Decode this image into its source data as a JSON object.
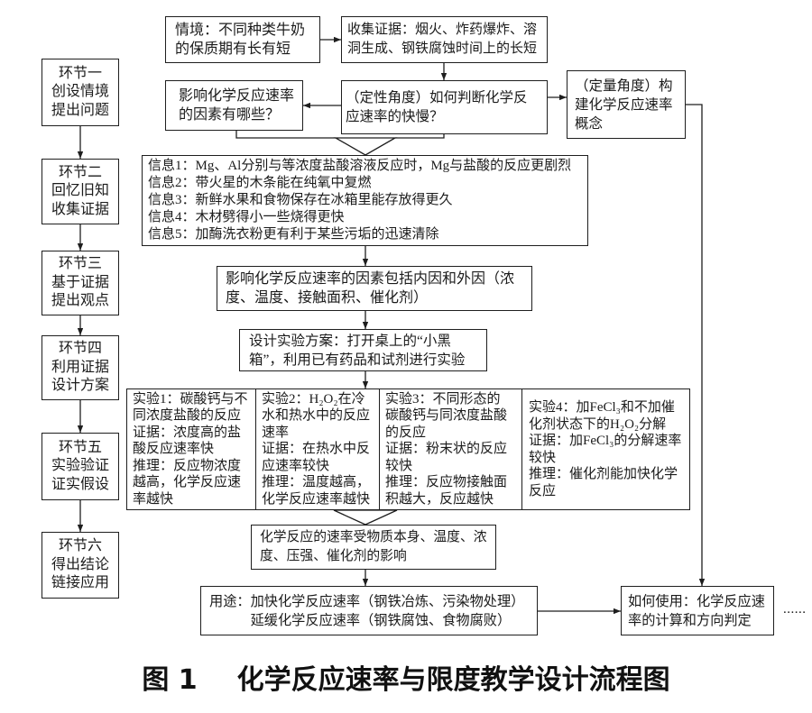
{
  "stages": [
    {
      "label": "环节一",
      "lines": [
        "创设情境",
        "提出问题"
      ]
    },
    {
      "label": "环节二",
      "lines": [
        "回忆旧知",
        "收集证据"
      ]
    },
    {
      "label": "环节三",
      "lines": [
        "基于证据",
        "提出观点"
      ]
    },
    {
      "label": "环节四",
      "lines": [
        "利用证据",
        "设计方案"
      ]
    },
    {
      "label": "环节五",
      "lines": [
        "实验验证",
        "证实假设"
      ]
    },
    {
      "label": "环节六",
      "lines": [
        "得出结论",
        "链接应用"
      ]
    }
  ],
  "flow": {
    "context": [
      "情境：不同种类牛奶",
      "的保质期有长有短"
    ],
    "evidence": [
      "收集证据：烟火、炸药爆炸、溶",
      "洞生成、钢铁腐蚀时间上的长短"
    ],
    "qualitative": [
      "（定性角度）如何判断化学反",
      "应速率的快慢？"
    ],
    "factors_question": [
      "影响化学反应速率",
      "的因素有哪些？"
    ],
    "quantitative": [
      "（定量角度）构",
      "建化学反应速率",
      "概念"
    ],
    "information": [
      "信息1：Mg、Al分别与等浓度盐酸溶液反应时，Mg与盐酸的反应更剧烈",
      "信息2：带火星的木条能在纯氧中复燃",
      "信息3：新鲜水果和食物保存在冰箱里能存放得更久",
      "信息4：木材劈得小一些烧得更快",
      "信息5：加酶洗衣粉更有利于某些污垢的迅速清除"
    ],
    "viewpoint": [
      "影响化学反应速率的因素包括内因和外因（浓",
      "度、温度、接触面积、催化剂）"
    ],
    "design": [
      "设计实验方案：打开桌上的“小黑",
      "箱”，利用已有药品和试剂进行实验"
    ],
    "experiments": [
      {
        "lines": [
          "实验1：碳酸钙与不",
          "同浓度盐酸的反应",
          "证据：浓度高的盐",
          "酸反应速率快",
          "推理：反应物浓度",
          "越高，化学反应速",
          "率越快"
        ]
      },
      {
        "lines": [
          "实验2：H₂O₂在冷",
          "水和热水中的反应",
          "速率",
          "证据：在热水中反",
          "应速率较快",
          "推理：温度越高，",
          "化学反应速率越快"
        ]
      },
      {
        "lines": [
          "实验3：不同形态的",
          "碳酸钙与同浓度盐酸",
          "的反应",
          "证据：粉末状的反应",
          "较快",
          "推理：反应物接触面",
          "积越大，反应越快"
        ]
      },
      {
        "lines": [
          "实验4：加FeCl₃和不加催",
          "化剂状态下的H₂O₂分解",
          "证据：加FeCl₃的分解速率",
          "较快",
          "推理：催化剂能加快化学",
          "反应"
        ]
      }
    ],
    "conclusion": [
      "化学反应的速率受物质本身、温度、浓",
      "度、压强、催化剂的影响"
    ],
    "application": [
      "用途：加快化学反应速率（钢铁冶炼、污染物处理）",
      "延缓化学反应速率（钢铁腐蚀、食物腐败）"
    ],
    "usage": [
      "如何使用：化学反应速",
      "率的计算和方向判定"
    ],
    "continuation": "......"
  },
  "caption": {
    "figure_label": "图 1",
    "title": "化学反应速率与限度教学设计流程图"
  }
}
